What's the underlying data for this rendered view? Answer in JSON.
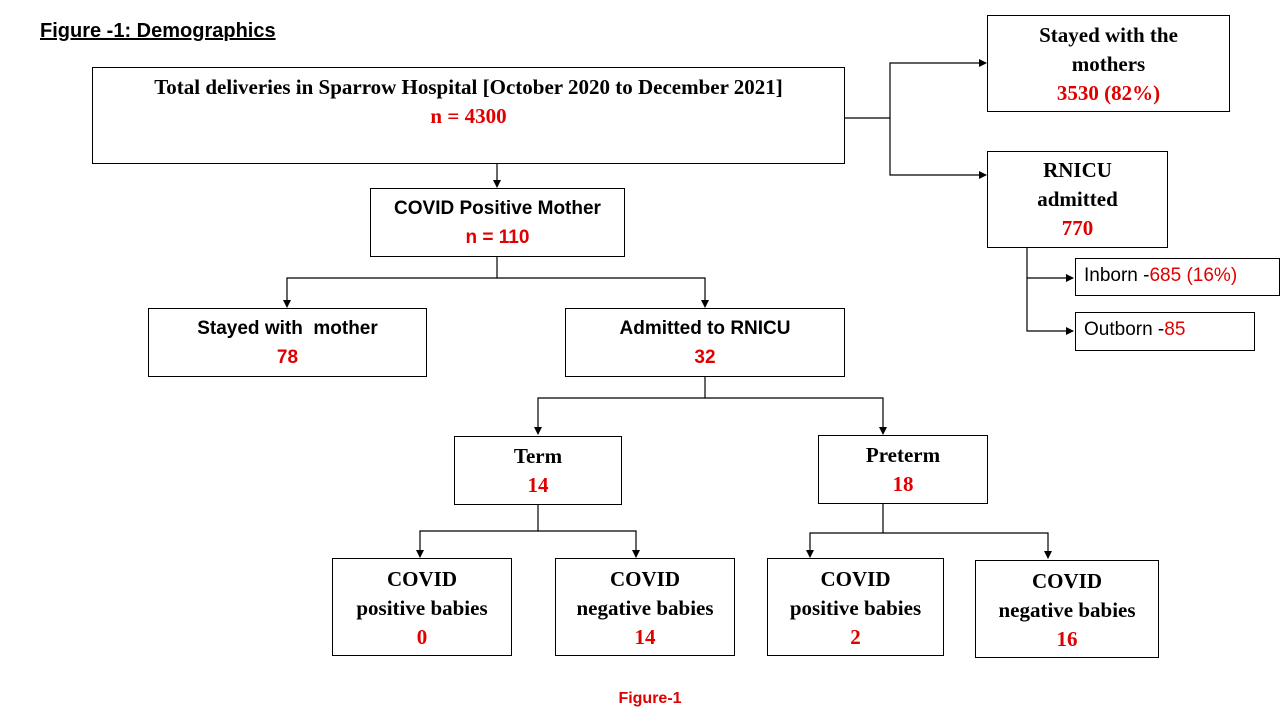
{
  "heading": "Figure -1: Demographics",
  "total": {
    "label": "Total deliveries in Sparrow Hospital [October 2020 to December 2021]",
    "count": "n = 4300"
  },
  "stayed_mothers": {
    "line1": "Stayed with the",
    "line2": "mothers",
    "count": "3530 (82%)"
  },
  "rnicu": {
    "line1": "RNICU",
    "line2": "admitted",
    "count": "770"
  },
  "inborn": {
    "label": "Inborn -",
    "count": "685 (16%)"
  },
  "outborn": {
    "label": "Outborn -",
    "count": "85"
  },
  "covid_mother": {
    "label": "COVID Positive Mother",
    "count": "n = 110"
  },
  "stayed_with_mother": {
    "label": "Stayed with  mother",
    "count": "78"
  },
  "admitted_rnicu": {
    "label": "Admitted to RNICU",
    "count": "32"
  },
  "term": {
    "label": "Term",
    "count": "14"
  },
  "preterm": {
    "label": "Preterm",
    "count": "18"
  },
  "term_pos": {
    "line1": "COVID",
    "line2": "positive babies",
    "count": "0"
  },
  "term_neg": {
    "line1": "COVID",
    "line2": "negative babies",
    "count": "14"
  },
  "preterm_pos": {
    "line1": "COVID",
    "line2": "positive babies",
    "count": "2"
  },
  "preterm_neg": {
    "line1": "COVID",
    "line2": "negative babies",
    "count": "16"
  },
  "caption": "Figure-1",
  "colors": {
    "accent": "#e00000",
    "line": "#000000"
  }
}
